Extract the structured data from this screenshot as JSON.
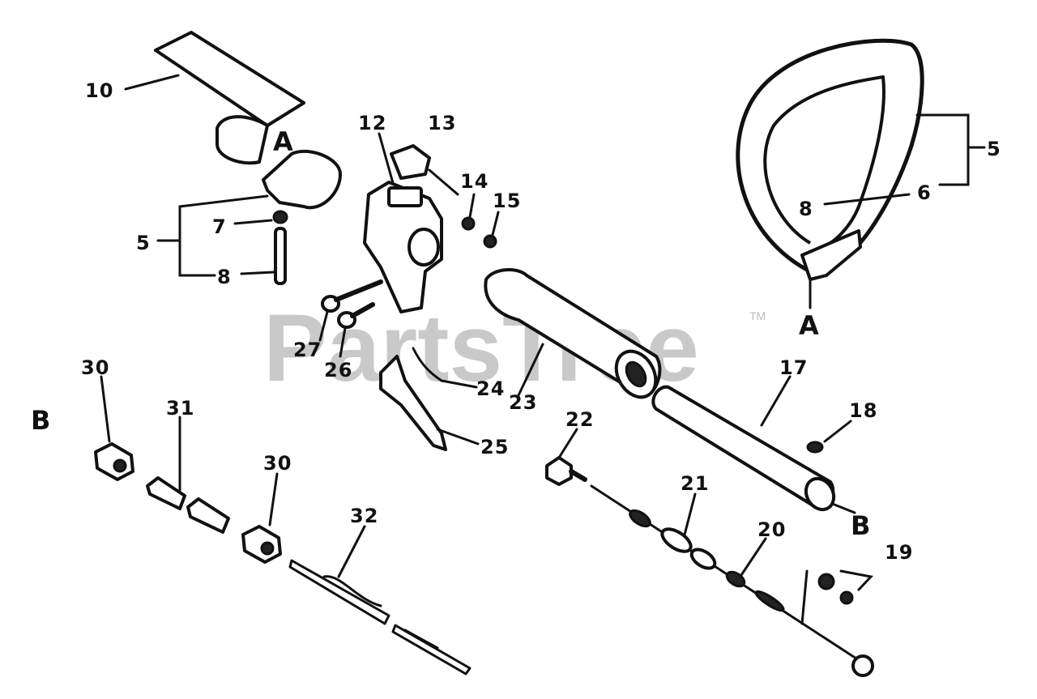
{
  "watermark": {
    "text": "PartsTree",
    "tm": "TM"
  },
  "labels": {
    "p10": "10",
    "p12": "12",
    "p13": "13",
    "p14": "14",
    "p15": "15",
    "p5_left": "5",
    "p7": "7",
    "p8_left": "8",
    "p5_right": "5",
    "p6": "6",
    "p8_right": "8",
    "p27": "27",
    "p26": "26",
    "p24": "24",
    "p23": "23",
    "p25": "25",
    "p17": "17",
    "p18": "18",
    "p22": "22",
    "p21": "21",
    "p20": "20",
    "p19": "19",
    "p30_a": "30",
    "p31": "31",
    "p30_b": "30",
    "p32": "32",
    "ref_a_left": "A",
    "ref_a_right": "A",
    "ref_b_left": "B",
    "ref_b_right": "B"
  }
}
